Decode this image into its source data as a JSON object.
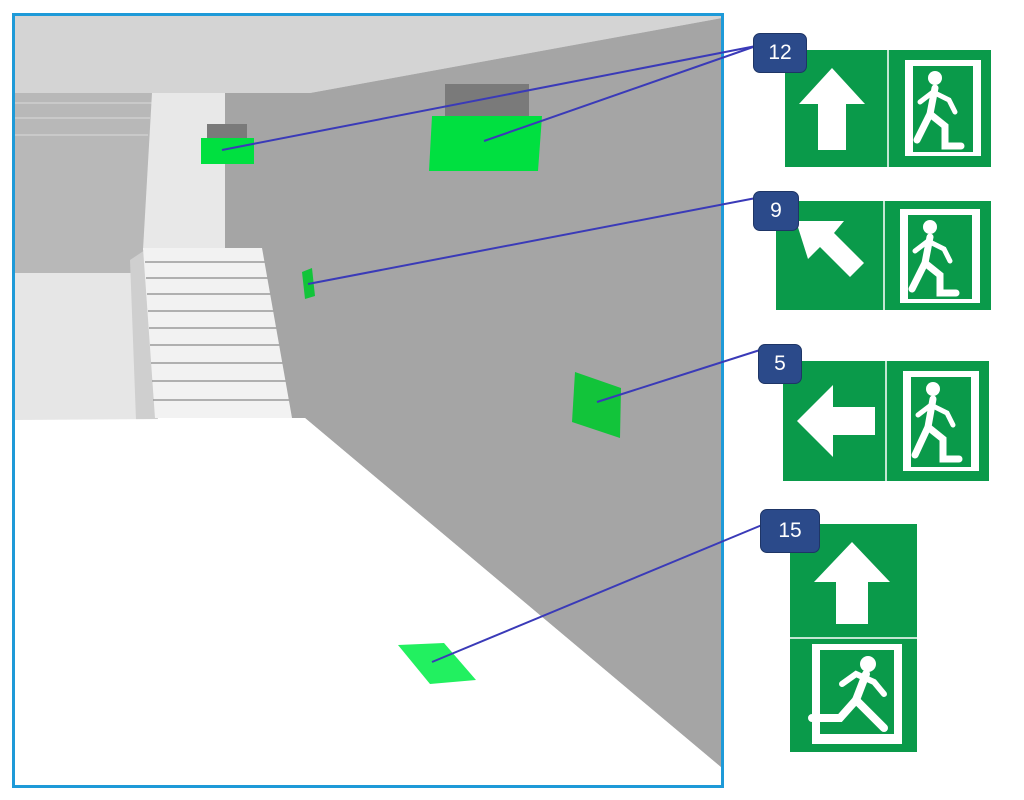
{
  "colors": {
    "sign_green": "#0a9a4a",
    "sign_white": "#ffffff",
    "scene_sign_green": "#00e040",
    "leader_line": "#3a3ab8",
    "badge": "#2b4a8a",
    "frame": "#1e9ad8",
    "wall": "#a5a5a5",
    "ceiling": "#d4d4d4",
    "floor": "#ffffff"
  },
  "callouts": [
    {
      "id": "callout-12",
      "label": "12",
      "sign": "arrow-up-running-man-horizontal",
      "arrow": "up-arrow-icon"
    },
    {
      "id": "callout-9",
      "label": "9",
      "sign": "arrow-up-left-running-man-horizontal",
      "arrow": "up-left-arrow-icon"
    },
    {
      "id": "callout-5",
      "label": "5",
      "sign": "arrow-left-running-man-horizontal",
      "arrow": "left-arrow-icon"
    },
    {
      "id": "callout-15",
      "label": "15",
      "sign": "arrow-up-running-man-vertical",
      "arrow": "up-arrow-icon"
    }
  ]
}
